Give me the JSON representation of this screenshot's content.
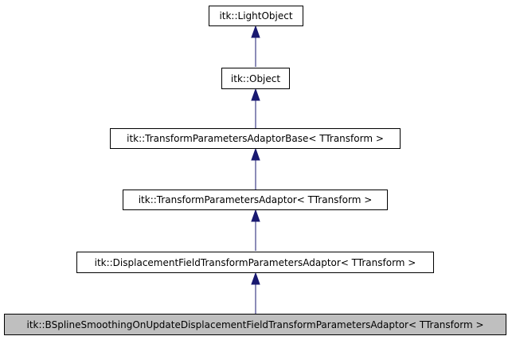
{
  "colors": {
    "edge": "#191970",
    "node_border": "#000000",
    "node_fill": "#ffffff",
    "current_fill": "#bfbfbf"
  },
  "classes": [
    {
      "label": "itk::LightObject"
    },
    {
      "label": "itk::Object"
    },
    {
      "label": "itk::TransformParametersAdaptorBase< TTransform >"
    },
    {
      "label": "itk::TransformParametersAdaptor< TTransform >"
    },
    {
      "label": "itk::DisplacementFieldTransformParametersAdaptor< TTransform >"
    },
    {
      "label": "itk::BSplineSmoothingOnUpdateDisplacementFieldTransformParametersAdaptor< TTransform >"
    }
  ]
}
